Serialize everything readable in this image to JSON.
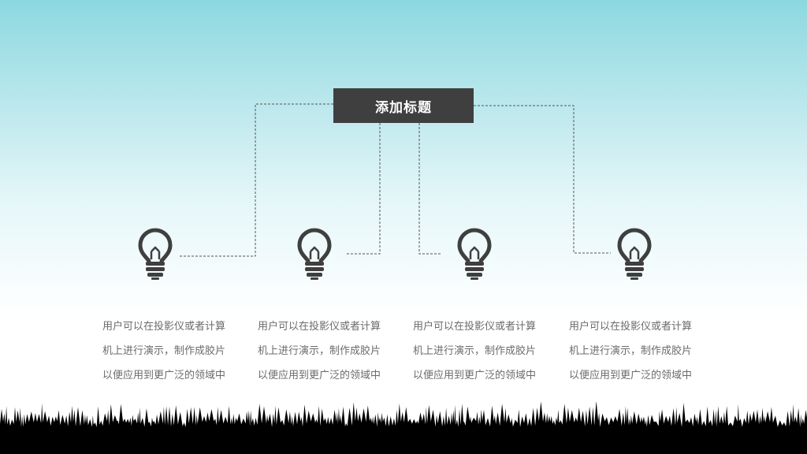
{
  "slide": {
    "title": "添加标题",
    "items": [
      {
        "line1": "用户可以在投影仪或者计算",
        "line2": "机上进行演示，制作成胶片",
        "line3": "以便应用到更广泛的领域中",
        "icon": "lightbulb-icon"
      },
      {
        "line1": "用户可以在投影仪或者计算",
        "line2": "机上进行演示，制作成胶片",
        "line3": "以便应用到更广泛的领域中",
        "icon": "lightbulb-icon"
      },
      {
        "line1": "用户可以在投影仪或者计算",
        "line2": "机上进行演示，制作成胶片",
        "line3": "以便应用到更广泛的领域中",
        "icon": "lightbulb-icon"
      },
      {
        "line1": "用户可以在投影仪或者计算",
        "line2": "机上进行演示，制作成胶片",
        "line3": "以便应用到更广泛的领域中",
        "icon": "lightbulb-icon"
      }
    ]
  },
  "colors": {
    "title_bg": "#3f3f3f",
    "icon": "#3f3f3f",
    "text": "#6b6b6b",
    "sky_top": "#8cd8e0",
    "grass": "#000000"
  }
}
